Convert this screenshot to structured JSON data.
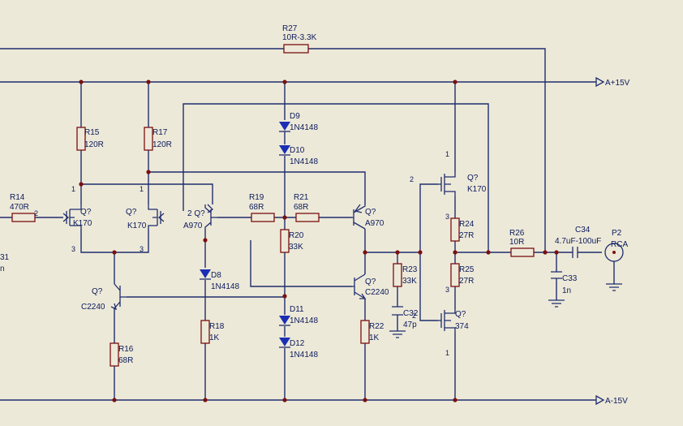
{
  "rails": {
    "positive": "A+15V",
    "negative": "A-15V"
  },
  "connector": {
    "ref": "P2",
    "type": "RCA"
  },
  "edge_text": {
    "left_ref": "31",
    "left_sub": "n"
  },
  "resistors": {
    "R27": {
      "ref": "R27",
      "value": "10R-3.3K"
    },
    "R15": {
      "ref": "R15",
      "value": "120R"
    },
    "R17": {
      "ref": "R17",
      "value": "120R"
    },
    "R14": {
      "ref": "R14",
      "value": "470R"
    },
    "R19": {
      "ref": "R19",
      "value": "68R"
    },
    "R21": {
      "ref": "R21",
      "value": "68R"
    },
    "R20": {
      "ref": "R20",
      "value": "33K"
    },
    "R23": {
      "ref": "R23",
      "value": "33K"
    },
    "R24": {
      "ref": "R24",
      "value": "27R"
    },
    "R25": {
      "ref": "R25",
      "value": "27R"
    },
    "R26": {
      "ref": "R26",
      "value": "10R"
    },
    "R16": {
      "ref": "R16",
      "value": "68R"
    },
    "R18": {
      "ref": "R18",
      "value": "1K"
    },
    "R22": {
      "ref": "R22",
      "value": "1K"
    }
  },
  "capacitors": {
    "C34": {
      "ref": "C34",
      "value": "4.7uF-100uF"
    },
    "C33": {
      "ref": "C33",
      "value": "1n"
    },
    "C32": {
      "ref": "C32",
      "value": "47p"
    }
  },
  "diodes": {
    "D9": {
      "ref": "D9",
      "value": "1N4148"
    },
    "D10": {
      "ref": "D10",
      "value": "1N4148"
    },
    "D8": {
      "ref": "D8",
      "value": "1N4148"
    },
    "D11": {
      "ref": "D11",
      "value": "1N4148"
    },
    "D12": {
      "ref": "D12",
      "value": "1N4148"
    }
  },
  "transistors": {
    "Qj1": {
      "ref": "Q?",
      "value": "K170"
    },
    "Qj2": {
      "ref": "Q?",
      "value": "K170"
    },
    "Qa1": {
      "ref": "2 Q?",
      "value": "A970"
    },
    "Qa2": {
      "ref": "Q?",
      "value": "A970"
    },
    "Qc1": {
      "ref": "Q?",
      "value": "C2240"
    },
    "Qc2": {
      "ref": "Q?",
      "value": "C2240"
    },
    "Qm1": {
      "ref": "Q?",
      "value": "K170"
    },
    "Qm2": {
      "ref": "Q?",
      "value": "374"
    }
  },
  "pins": {
    "one": "1",
    "two": "2",
    "three": "3"
  }
}
